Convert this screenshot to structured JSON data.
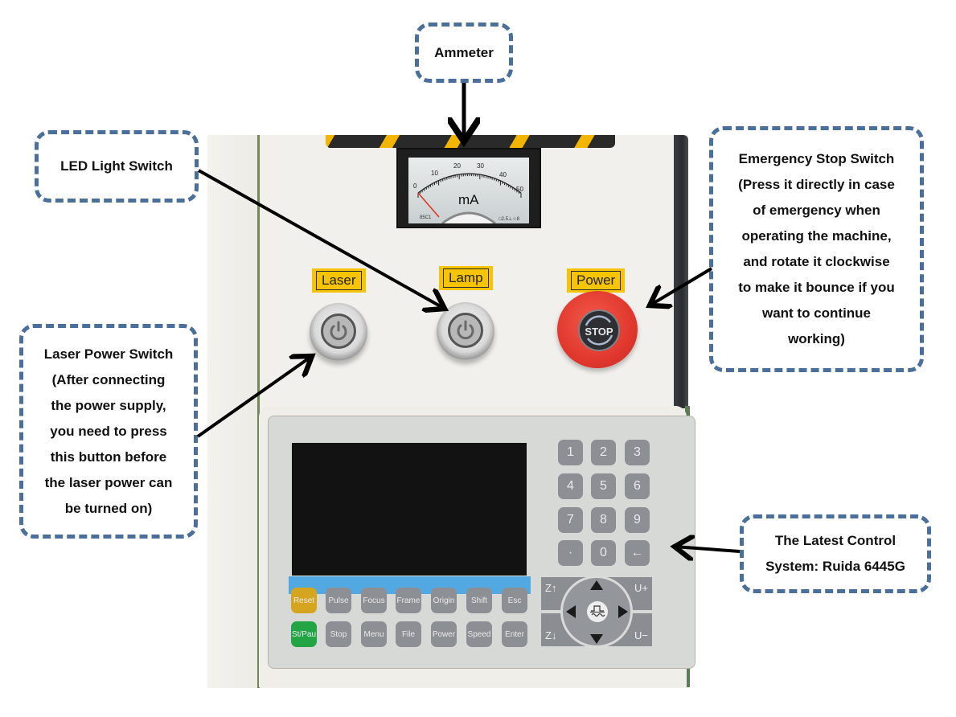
{
  "callouts": {
    "ammeter": {
      "lines": [
        "Ammeter"
      ]
    },
    "led_light_switch": {
      "lines": [
        "LED Light Switch"
      ]
    },
    "emergency_stop": {
      "lines": [
        "Emergency Stop Switch",
        "(Press it directly in case",
        "of emergency when",
        "operating the machine,",
        "and rotate it clockwise",
        "to make it bounce if you",
        "want to continue",
        "working)"
      ]
    },
    "laser_power_switch": {
      "lines": [
        "Laser Power Switch",
        "(After connecting",
        "the power supply,",
        "you need to press",
        "this button before",
        "the laser power can",
        "be turned on)"
      ]
    },
    "control_system": {
      "lines": [
        "The Latest Control",
        "System: Ruida 6445G"
      ]
    }
  },
  "machine": {
    "ammeter": {
      "unit": "mA",
      "scale_labels": [
        "0",
        "10",
        "20",
        "30",
        "40",
        "50"
      ],
      "reading": 0,
      "small_print_left": "85C1",
      "small_print_right": "□2.5⊥☆8"
    },
    "switch_labels": {
      "laser": "Laser",
      "lamp": "Lamp",
      "power": "Power"
    },
    "estop_text": "STOP",
    "controller": {
      "numpad": [
        "1",
        "2",
        "3",
        "4",
        "5",
        "6",
        "7",
        "8",
        "9",
        "·",
        "0",
        "←"
      ],
      "row1": [
        "Reset",
        "Pulse",
        "Focus",
        "Frame",
        "Origin",
        "Shift",
        "Esc"
      ],
      "row2": [
        "St/Pau",
        "Stop",
        "Menu",
        "File",
        "Power",
        "Speed",
        "Enter"
      ],
      "dpad": {
        "z_up": "Z↑",
        "z_down": "Z↓",
        "u_plus": "U+",
        "u_minus": "U−",
        "center": "laser-pulse"
      }
    }
  },
  "colors": {
    "callout_border": "#4a6f9b",
    "label_yellow": "#f6c400",
    "estop_red": "#e1382e",
    "reset_key": "#d6a520",
    "start_key": "#23a546",
    "key_grey": "#8c8f94",
    "screen_strip_blue": "#52a8e0"
  }
}
